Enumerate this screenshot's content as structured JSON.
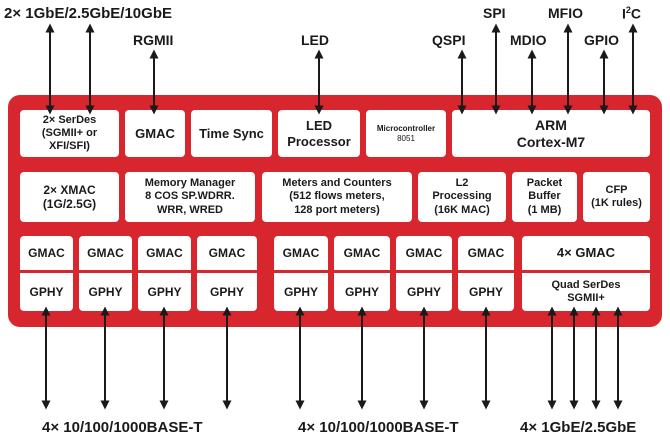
{
  "top_labels": {
    "serdes_ports": "2× 1GbE/2.5GbE/10GbE",
    "rgmii": "RGMII",
    "led": "LED",
    "qspi": "QSPI",
    "spi": "SPI",
    "mdio": "MDIO",
    "mfio": "MFIO",
    "gpio": "GPIO",
    "i2c_main": "I",
    "i2c_sup": "2",
    "i2c_end": "C"
  },
  "bottom_labels": {
    "left_ports": "4× 10/100/1000BASE-T",
    "mid_ports": "4× 10/100/1000BASE-T",
    "right_ports": "4× 1GbE/2.5GbE"
  },
  "blocks": {
    "serdes": "2× SerDes\n(SGMII+ or\nXFI/SFI)",
    "gmac_top": "GMAC",
    "time_sync": "Time Sync",
    "led_processor": "LED\nProcessor",
    "microcontroller_name": "Microcontroller",
    "microcontroller_model": "8051",
    "arm": "ARM\nCortex-M7",
    "xmac": "2× XMAC\n(1G/2.5G)",
    "memory_manager": "Memory Manager\n8 COS SP.WDRR.\nWRR, WRED",
    "meters": "Meters and Counters\n(512 flows meters,\n128 port meters)",
    "l2": "L2\nProcessing\n(16K MAC)",
    "packet_buffer": "Packet\nBuffer\n(1 MB)",
    "cfp": "CFP\n(1K rules)",
    "gmac_cell": "GMAC",
    "gphy_cell": "GPHY",
    "gmac_x4": "4× GMAC",
    "quad_serdes": "Quad SerDes\nSGMII+"
  },
  "colors": {
    "chip": "#d8262f",
    "block": "#ffffff",
    "arrow": "#1a1a1a",
    "text": "#1a1a1a"
  }
}
